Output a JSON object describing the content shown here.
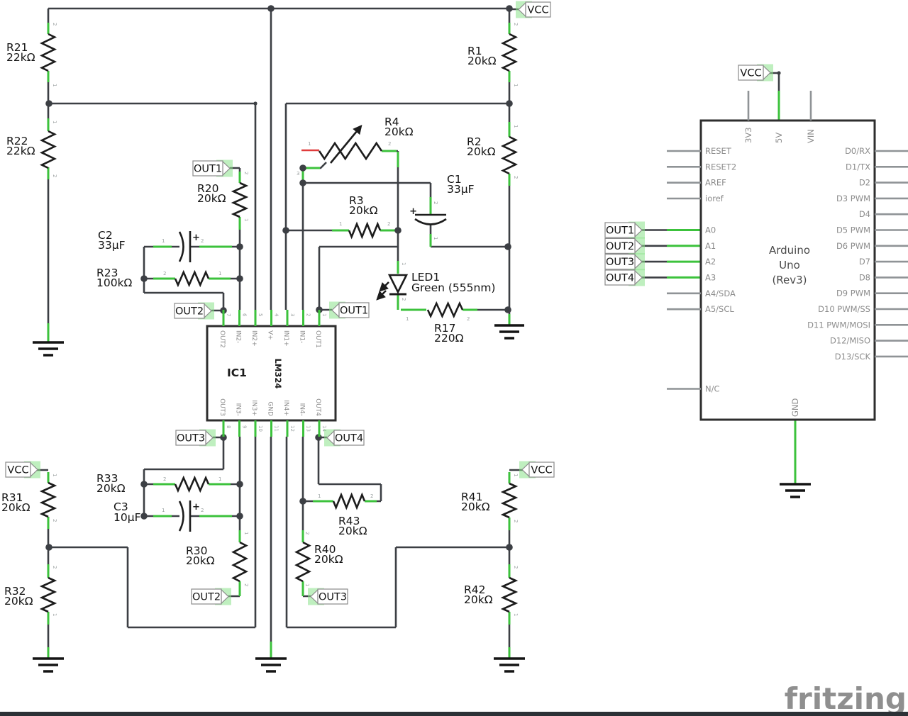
{
  "labels": {
    "vcc": "VCC",
    "out1": "OUT1",
    "out2": "OUT2",
    "out3": "OUT3",
    "out4": "OUT4"
  },
  "components": {
    "r1": {
      "name": "R1",
      "value": "20kΩ"
    },
    "r2": {
      "name": "R2",
      "value": "20kΩ"
    },
    "r3": {
      "name": "R3",
      "value": "20kΩ"
    },
    "r4": {
      "name": "R4",
      "value": "20kΩ"
    },
    "r17": {
      "name": "R17",
      "value": "220Ω"
    },
    "r20": {
      "name": "R20",
      "value": "20kΩ"
    },
    "r21": {
      "name": "R21",
      "value": "22kΩ"
    },
    "r22": {
      "name": "R22",
      "value": "22kΩ"
    },
    "r23": {
      "name": "R23",
      "value": "100kΩ"
    },
    "r30": {
      "name": "R30",
      "value": "20kΩ"
    },
    "r31": {
      "name": "R31",
      "value": "20kΩ"
    },
    "r32": {
      "name": "R32",
      "value": "20kΩ"
    },
    "r33": {
      "name": "R33",
      "value": "20kΩ"
    },
    "r40": {
      "name": "R40",
      "value": "20kΩ"
    },
    "r41": {
      "name": "R41",
      "value": "20kΩ"
    },
    "r42": {
      "name": "R42",
      "value": "20kΩ"
    },
    "r43": {
      "name": "R43",
      "value": "20kΩ"
    },
    "c1": {
      "name": "C1",
      "value": "33µF"
    },
    "c2": {
      "name": "C2",
      "value": "33µF"
    },
    "c3": {
      "name": "C3",
      "value": "10µF"
    },
    "led1": {
      "name": "LED1",
      "value": "Green (555nm)"
    },
    "ic1": {
      "name": "IC1",
      "part": "LM324"
    },
    "plus": "+"
  },
  "ic1": {
    "top_pins": [
      "OUT2",
      "IN2-",
      "IN2+",
      "V+",
      "IN1+",
      "IN1-",
      "OUT1"
    ],
    "top_pin_numbers": [
      "7",
      "6",
      "5",
      "4",
      "3",
      "2",
      "1"
    ],
    "bottom_pins": [
      "OUT3",
      "IN3-",
      "IN3+",
      "GND",
      "IN4+",
      "IN4-",
      "OUT4"
    ],
    "bottom_pin_numbers": [
      "8",
      "9",
      "10",
      "11",
      "12",
      "13",
      "14"
    ]
  },
  "arduino": {
    "title_lines": [
      "Arduino",
      "Uno",
      "(Rev3)"
    ],
    "top_pins": [
      "3V3",
      "5V",
      "VIN"
    ],
    "left_pins_upper": [
      "RESET",
      "RESET2",
      "AREF",
      "ioref"
    ],
    "left_pins_analog": [
      "A0",
      "A1",
      "A2",
      "A3",
      "A4/SDA",
      "A5/SCL"
    ],
    "left_pin_nc": "N/C",
    "right_pins": [
      "D0/RX",
      "D1/TX",
      "D2",
      "D3 PWM",
      "D4",
      "D5 PWM",
      "D6 PWM",
      "D7",
      "D8",
      "D9 PWM",
      "D10 PWM/SS",
      "D11 PWM/MOSI",
      "D12/MISO",
      "D13/SCK"
    ],
    "bottom_pin": "GND"
  },
  "lead_numbers": {
    "n1": "1",
    "n2": "2",
    "n3": "3"
  },
  "watermark": "fritzing"
}
